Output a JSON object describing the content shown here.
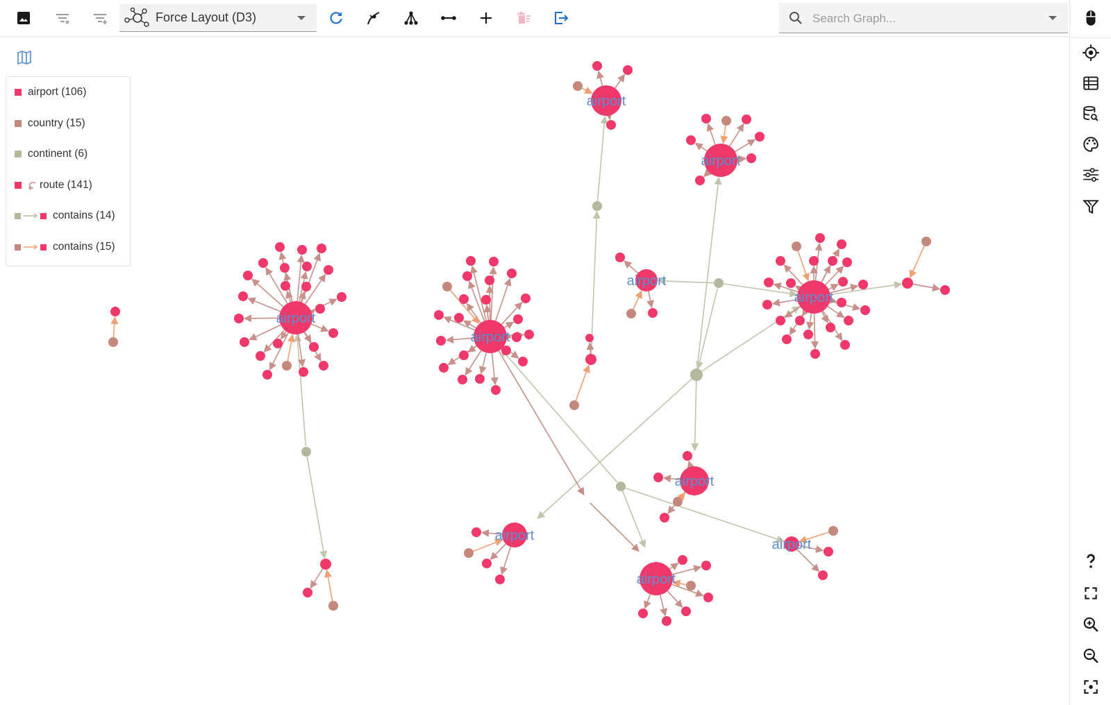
{
  "toolbar": {
    "layout_select": {
      "value": "Force Layout (D3)"
    },
    "search": {
      "placeholder": "Search Graph..."
    }
  },
  "legend": {
    "items": [
      {
        "label": "airport (106)",
        "color": "#f0386b"
      },
      {
        "label": "country (15)",
        "color": "#c4897c"
      },
      {
        "label": "continent (6)",
        "color": "#b4b89c"
      },
      {
        "label": "route (141)",
        "color": "#f0386b"
      },
      {
        "label": "contains (14)",
        "color": "#b4b89c",
        "target_color": "#f0386b"
      },
      {
        "label": "contains (15)",
        "color": "#c4897c",
        "target_color": "#f0386b"
      }
    ]
  },
  "graph": {
    "node_label": "airport",
    "colors": {
      "airport": "#f0386b",
      "country": "#c4897c",
      "continent": "#b4b89c",
      "route_edge": "#c79089",
      "continent_edge": "#c2c4ad",
      "country_edge": "#f0a073"
    }
  }
}
